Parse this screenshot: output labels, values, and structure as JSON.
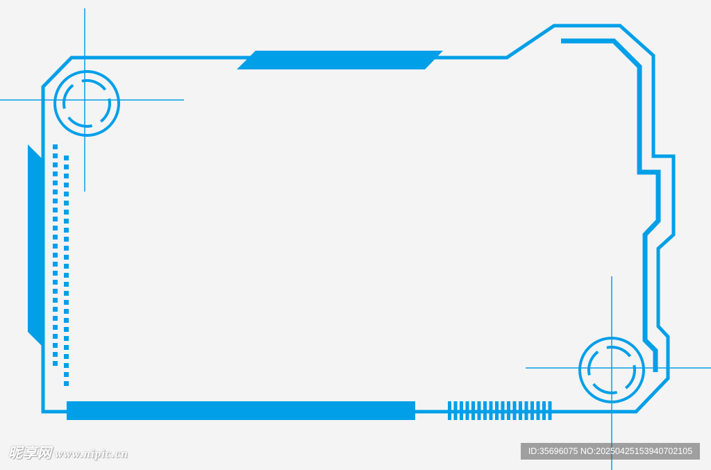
{
  "colors": {
    "accent": "#009fe8",
    "background": "#f4f4f4"
  },
  "watermark": {
    "site_name": "昵享网",
    "url": "www.nipic.cn",
    "id_text": "ID:35696075 NO:20250425153940702105"
  }
}
